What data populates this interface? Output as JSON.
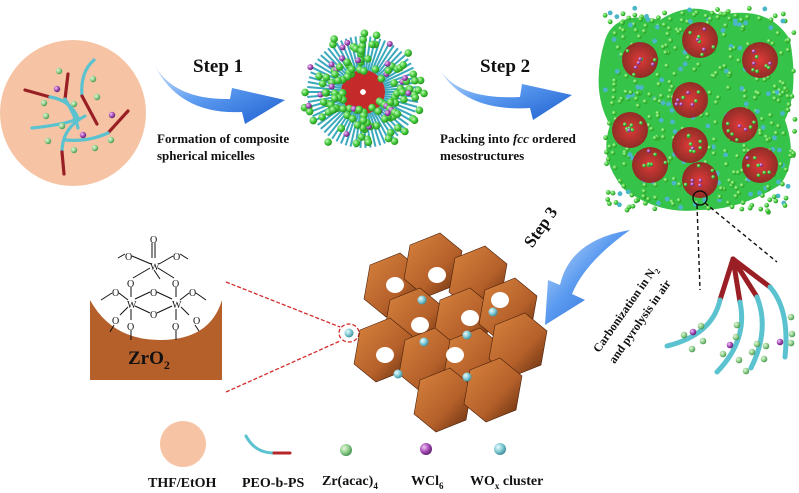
{
  "figure": {
    "steps": [
      {
        "label": "Step 1",
        "caption_lines": [
          "Formation of composite",
          "spherical micelles"
        ]
      },
      {
        "label": "Step 2",
        "caption_lines_parts": [
          [
            {
              "t": "Packing into "
            },
            {
              "t": "fcc",
              "italic": true
            },
            {
              "t": " ordered"
            }
          ],
          [
            {
              "t": "mesostructures"
            }
          ]
        ]
      },
      {
        "label": "Step 3",
        "caption_lines": [
          "Carbonization in N",
          "and pyrolysis in air"
        ],
        "subscript": "2"
      }
    ],
    "substrate_label": {
      "main": "ZrO",
      "sub": "2"
    },
    "structure_atoms": {
      "tungsten": "W",
      "oxygen": "O"
    },
    "legend": [
      {
        "key": "solvent",
        "label": "THF/EtOH",
        "color": "#f6c4a4"
      },
      {
        "key": "copolymer",
        "label": "PEO-b-PS",
        "color_peo": "#5bc2cf",
        "color_ps": "#b4262a"
      },
      {
        "key": "zr-precursor",
        "label_main": "Zr(acac)",
        "label_sub": "4",
        "color": "#6abf76"
      },
      {
        "key": "w-precursor",
        "label_main": "WCl",
        "label_sub": "6",
        "color": "#a54bb6"
      },
      {
        "key": "wox-cluster",
        "label_main": "WO",
        "label_sub": "x",
        "label_tail": " cluster",
        "color": "#7fc9d4"
      }
    ],
    "colors": {
      "arrow_blue": "#3d7fe0",
      "framework_brown": "#b5602a",
      "micelle_green": "#3ed13a",
      "micelle_core_red": "#c52b2b",
      "zoom_line_red": "#d42a2a"
    }
  }
}
